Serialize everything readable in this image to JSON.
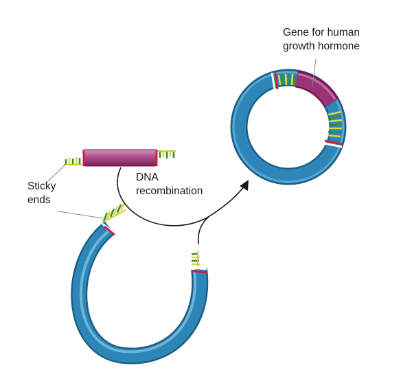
{
  "labels": {
    "gene_line1": "Gene for human",
    "gene_line2": "growth hormone",
    "process_line1": "DNA",
    "process_line2": "recombination",
    "sticky_line1": "Sticky",
    "sticky_line2": "ends"
  },
  "colors": {
    "plasmid": "#2e86b8",
    "plasmid_light": "#64b2da",
    "plasmid_dark": "#1d5f86",
    "gene": "#8c2a68",
    "gene_light": "#c76aa6",
    "sticky_end_yellow": "#d8dc3a",
    "sticky_end_green": "#3a8a3a",
    "cut_red": "#d0213f",
    "arrow": "#1a1a1a",
    "pointer_line": "#888888"
  }
}
